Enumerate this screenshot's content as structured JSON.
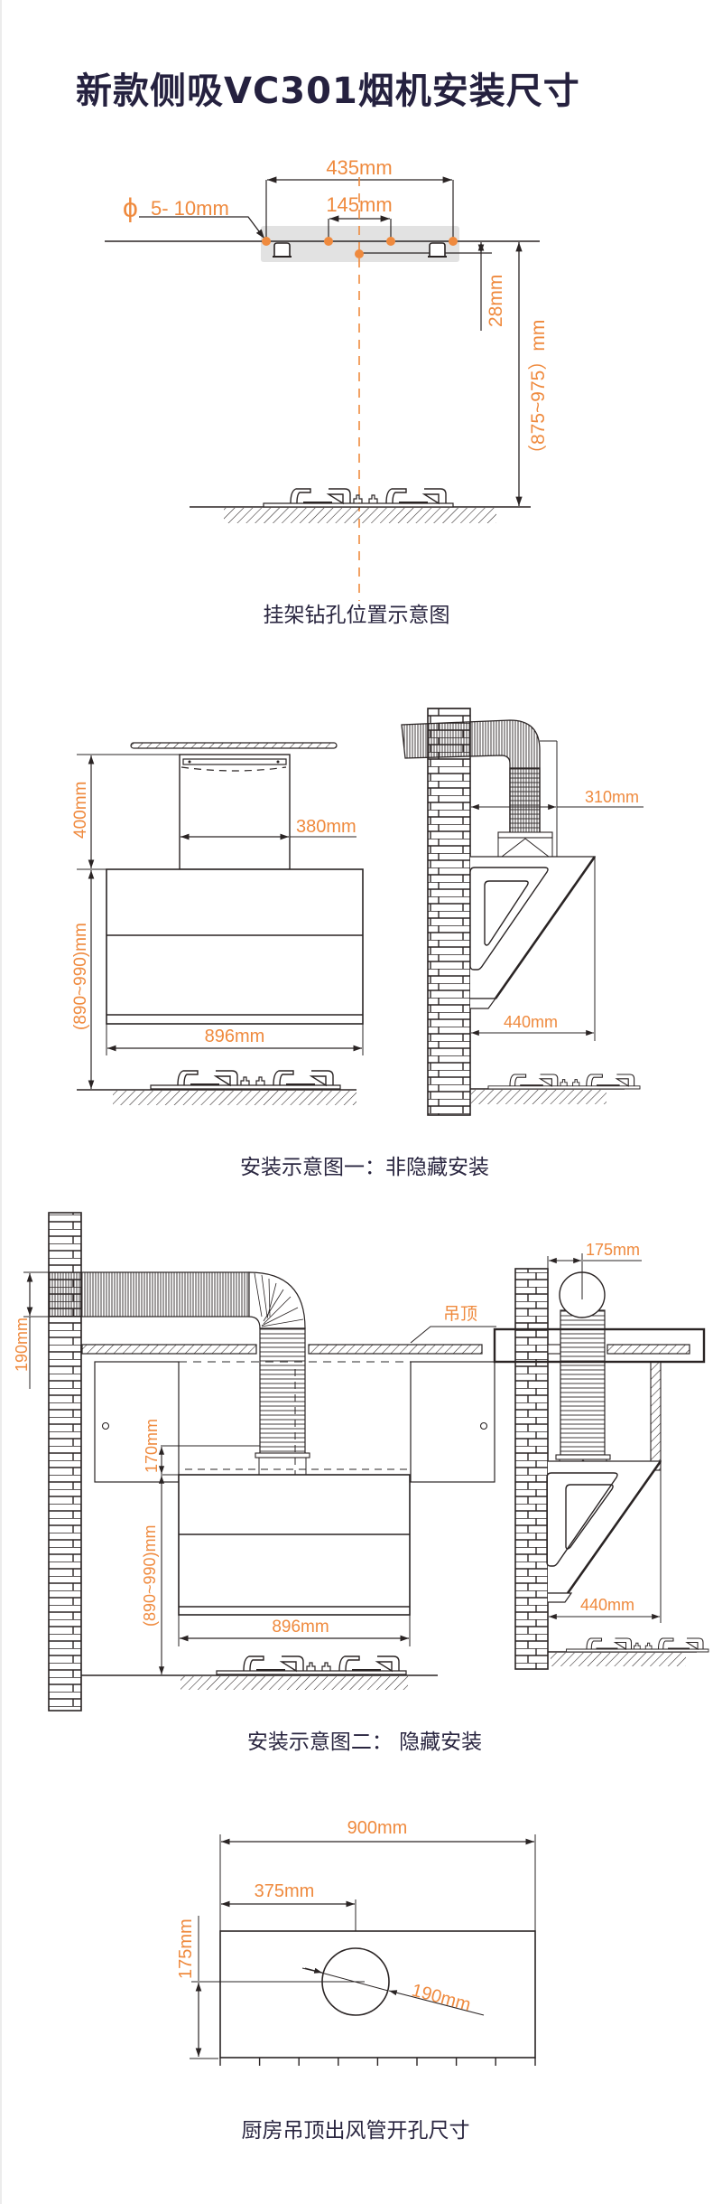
{
  "title": "新款侧吸VC301烟机安装尺寸",
  "colors": {
    "accent": "#ef8a3e",
    "line": "#2a2424",
    "title": "#25213f",
    "bracket_bg": "#e2e2e2"
  },
  "diagrams": [
    {
      "id": "bracket-drilling",
      "caption": "挂架钻孔位置示意图",
      "labels": {
        "hole_diameter": "5- 10mm",
        "hole_symbol": "ϕ",
        "outer_spacing": "435mm",
        "inner_spacing": "145mm",
        "offset": "28mm",
        "height_range": "（875~975）mm"
      }
    },
    {
      "id": "non-concealed",
      "caption": "安装示意图一：非隐藏安装",
      "labels": {
        "chimney_height": "400mm",
        "chimney_width": "380mm",
        "hood_height_range": "(890~990)mm",
        "hood_width": "896mm",
        "duct_offset": "310mm",
        "hood_depth": "440mm"
      }
    },
    {
      "id": "concealed",
      "caption": "安装示意图二：  隐藏安装",
      "labels": {
        "duct_height": "190mm",
        "ceiling": "吊顶",
        "gap": "170mm",
        "hood_height_range": "(890~990)mm",
        "hood_width": "896mm",
        "duct_center": "175mm",
        "hood_depth": "440mm"
      }
    },
    {
      "id": "ceiling-hole",
      "caption": "厨房吊顶出风管开孔尺寸",
      "labels": {
        "total_width": "900mm",
        "hole_offset_x": "375mm",
        "hole_offset_y": "175mm",
        "hole_diameter": "190mm"
      }
    }
  ]
}
